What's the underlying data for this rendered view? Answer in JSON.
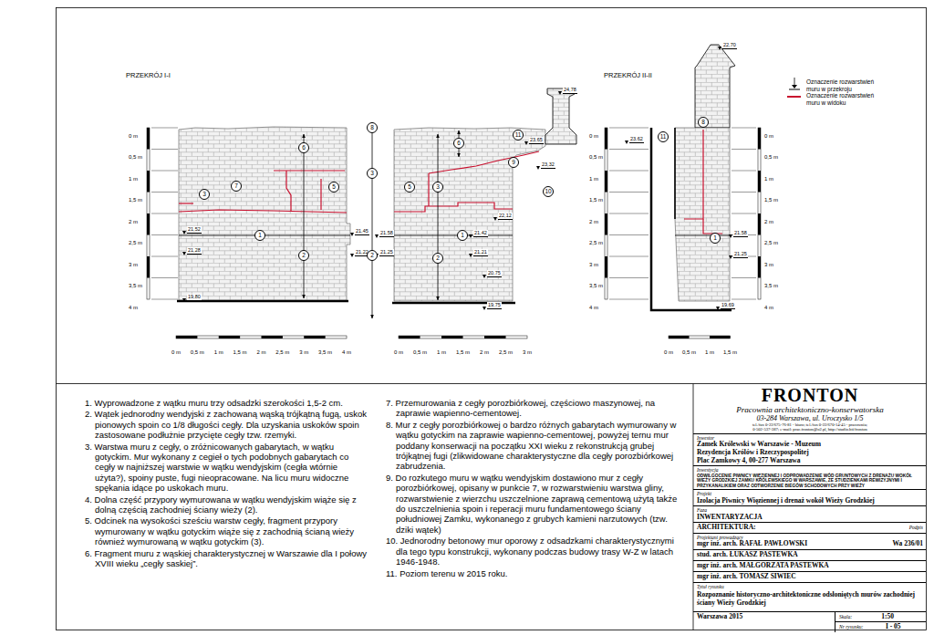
{
  "diagram": {
    "nodes": [
      {
        "text": [
          "FRONTON",
          "Pracownia architektoniczno-konserwatorska",
          "03-284 Warszawa, ul. Uroczysko 1/5",
          "tel./fax 0-22/675-76-81 - biuro; tel./fax 0-22/670-14-45 - pracownia;",
          "0-502-537-387; e-mail: prac.fronton@o2.pl, http://studio.hti/fronton"
        ]
      },
      {
        "text": [
          "Inwestor",
          "Zamek Królewski w Warszawie - Muzeum",
          "Rezydencja Królów i Rzeczypospolitej",
          "Plac Zamkowy 4, 00-277 Warszawa"
        ]
      },
      {
        "text": [
          "Inwestycja",
          "ODWILGOCENIE PIWNICY WIĘZIENNEJ I ODPROWADZENIE WÓD GRUNTOWYCH Z DRENAŻU WOKÓŁ WIEŻY GRODZKIEJ ZAMKU KRÓLEWSKIEGO W WARSZAWIE, ZE STUDZIENKAMI REWIZYJNYMI I PRZYKANALIKIEM ORAZ ODTWORZENIE BIEGÓW SCHODOWYCH PRZY WIEŻY"
        ]
      },
      {
        "text": [
          "Projekt",
          "Izolacja Piwnicy Więziennej i drenaż wokół Wieży Grodzkiej"
        ]
      },
      {
        "text": [
          "Faza",
          "INWENTARYZACJA"
        ]
      },
      {
        "text": [
          "ARCHITEKTURA:",
          "Podpis"
        ]
      },
      {
        "text": [
          "Projektant prowadzący",
          "mgr inż. arch. RAFAŁ PAWŁOWSKI",
          "Wa 236/01"
        ]
      },
      {
        "text": [
          "stud. arch. ŁUKASZ PASTEWKA"
        ]
      },
      {
        "text": [
          "mgr inż. arch. MAŁGORZATA PASTEWKA"
        ]
      },
      {
        "text": [
          "mgr inż. arch. TOMASZ SIWIEC"
        ]
      },
      {
        "text": [
          "Tytuł rysunku",
          "Rozpoznanie historyczno-architektoniczne odsłoniętych murów zachodniej ściany Wieży Grodzkiej"
        ]
      },
      {
        "text": [
          "Warszawa 2015"
        ]
      },
      {
        "text": [
          "Skala:",
          "1:50"
        ]
      },
      {
        "text": [
          "Nr rysunku:",
          "I - 05"
        ]
      }
    ],
    "labels": [
      "PRZEKRÓJ I-I",
      "PRZEKRÓJ II-II",
      "0 m",
      "0,5 m",
      "1 m",
      "1,5 m",
      "2 m",
      "2,5 m",
      "3 m",
      "3,5 m",
      "4 m",
      "0 m",
      "0,5 m",
      "1 m",
      "1,5 m",
      "2 m",
      "2,5 m",
      "3 m",
      "3,5 m",
      "4 m",
      "0 m",
      "0,5 m",
      "1 m",
      "1,5 m",
      "2 m",
      "2,5 m",
      "3 m",
      "3,5 m",
      "4 m",
      "0 m",
      "0,5 m",
      "1 m",
      "1,5 m",
      "2 m",
      "2,5 m",
      "3 m",
      "3,5 m",
      "4 m",
      "0 m",
      "0,5 m",
      "1 m",
      "1,5 m",
      "2 m",
      "2,5 m",
      "3 m",
      "0 m",
      "0,5 m",
      "1 m",
      "1,5 m",
      "21,52",
      "21,28",
      "21,45",
      "21,22",
      "19,80",
      "24,78",
      "23,65",
      "23,32",
      "22,12",
      "21,58",
      "21,25",
      "21,42",
      "21,21",
      "20,75",
      "19,75",
      "22,70",
      "23,62",
      "21,58",
      "21,25",
      "19,69",
      "8",
      "6",
      "3",
      "7",
      "3",
      "5",
      "1",
      "2",
      "2",
      "6",
      "11",
      "9",
      "5",
      "3",
      "10",
      "1",
      "2",
      "8",
      "11",
      "1",
      "1. Wyprowadzone z wątku muru trzy odsadzki szerokości 1,5-2 cm.",
      "2. Wątek jednorodny wendyjski z zachowaną wąską trójkątną fugą, uskok pionowych spoin co 1/8 długości cegły. Dla uzyskania uskoków spoin zastosowane podłużnie przycięte cegły tzw. rzemyki.",
      "3. Warstwa muru z cegły, o zróżnicowanych gabarytach, w wątku gotyckim. Mur wykonany z cegieł o tych podobnych gabarytach co cegły w najniższej warstwie w wątku wendyjskim (cegła wtórnie użyta?), spoiny puste, fugi nieopracowane. Na licu muru widoczne spękania idące po uskokach muru.",
      "4. Dolna część przypory wymurowana w wątku wendyjskim wiąże się z dolną częścią zachodniej ściany wieży (2).",
      "5. Odcinek na wysokości sześciu warstw cegły, fragment przypory wymurowany w wątku gotyckim wiąże się z zachodnią ścianą wieży również wymurowaną w wątku gotyckim (3).",
      "6. Fragment muru z wąskiej charakterystycznej w Warszawie dla I połowy XVIII wieku „cegły saskiej”.",
      "7. Przemurowania z cegły porozbiórkowej, częściowo maszynowej, na zaprawie wapienno-cementowej.",
      "8. Mur z cegły porozbiórkowej o bardzo różnych gabarytach wymurowany w wątku gotyckim na zaprawie wapienno-cementowej, powyżej ternu mur poddany konserwacji na początku XXI wieku z rekonstrukcją grubej trójkątnej fugi (zlikwidowane charakterystyczne dla cegły porozbiórkowej zabrudzenia.",
      "9. Do rozkutego muru w wątku wendyjskim dostawiono mur z cegły porozbiórkowej, opisany w punkcie 7, w rozwarstwieniu warstwa gliny, rozwarstwienie z wierzchu uszczelnione zaprawą cementową użytą także do uszczelnienia spoin i reperacji muru fundamentowego ściany południowej Zamku, wykonanego z grubych kamieni narzutowych (tzw. dziki wątek)",
      "10. Jednorodny betonowy mur oporowy z odsadzkami charakterystycznymi dla tego typu konstrukcji, wykonany podczas budowy trasy W-Z w latach 1946-1948.",
      "11. Poziom terenu w 2015 roku."
    ],
    "legend": [
      {
        "text": "Oznaczenie rozwarstwień muru w przekroju"
      },
      {
        "text": "Oznaczenie rozwarstwień muru w widoku",
        "color": "#c8102e"
      }
    ]
  }
}
